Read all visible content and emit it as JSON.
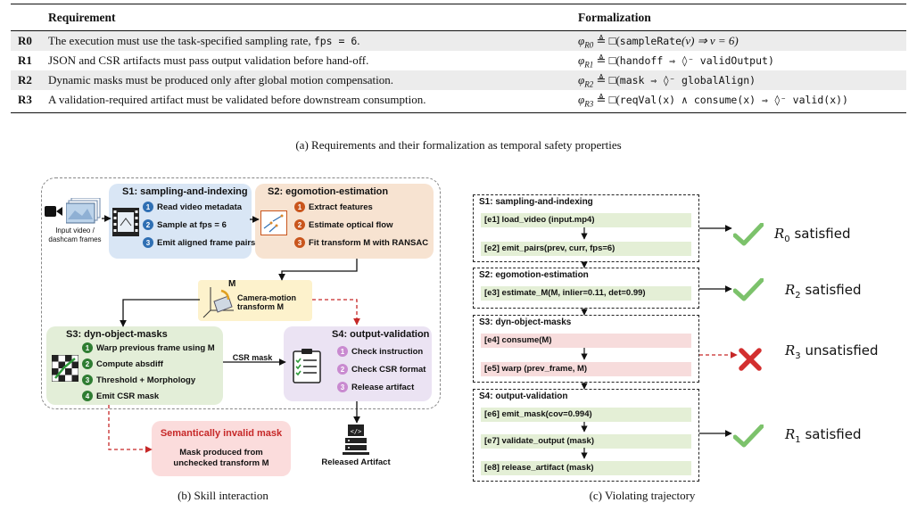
{
  "table": {
    "header_requirement": "Requirement",
    "header_formalization": "Formalization",
    "rows": [
      {
        "id": "R0",
        "text_a": "The execution must use the task-specified sampling rate,",
        "code": "fps = 6",
        "text_b": ".",
        "formula_phi": "φ",
        "formula_sub": "R0",
        "formula_def": " ≜ □(",
        "formula_code1": "sampleRate",
        "formula_rest": "(v) ⇒ v = 6)"
      },
      {
        "id": "R1",
        "text_a": "JSON and CSR artifacts must pass output validation before hand-off.",
        "code": "",
        "text_b": "",
        "formula_phi": "φ",
        "formula_sub": "R1",
        "formula_def": " ≜ □(",
        "formula_code1": "handoff",
        "formula_rest": " ⇒ ◊⁻ validOutput)"
      },
      {
        "id": "R2",
        "text_a": "Dynamic masks must be produced only after global motion compensation.",
        "code": "",
        "text_b": "",
        "formula_phi": "φ",
        "formula_sub": "R2",
        "formula_def": " ≜ □(",
        "formula_code1": "mask",
        "formula_rest": " ⇒ ◊⁻ globalAlign)"
      },
      {
        "id": "R3",
        "text_a": "A validation-required artifact must be validated before downstream consumption.",
        "code": "",
        "text_b": "",
        "formula_phi": "φ",
        "formula_sub": "R3",
        "formula_def": " ≜ □(",
        "formula_code1": "reqVal",
        "formula_rest": "(x) ∧ consume(x) ⇒ ◊⁻ valid(x))"
      }
    ],
    "caption": "(a) Requirements and their formalization as temporal safety properties"
  },
  "skill": {
    "input_label_1": "Input video /",
    "input_label_2": "dashcam frames",
    "s1": {
      "title": "S1: sampling-and-indexing",
      "steps": [
        "Read video metadata",
        "Sample at fps = 6",
        "Emit aligned frame pairs"
      ],
      "nums": [
        "1",
        "2",
        "3"
      ]
    },
    "s2": {
      "title": "S2: egomotion-estimation",
      "steps": [
        "Extract features",
        "Estimate optical flow",
        "Fit transform M with RANSAC"
      ],
      "nums": [
        "1",
        "2",
        "3"
      ]
    },
    "m_label": "M",
    "m_desc_1": "Camera-motion",
    "m_desc_2": "transform M",
    "s3": {
      "title": "S3: dyn-object-masks",
      "steps": [
        "Warp previous frame using M",
        "Compute absdiff",
        "Threshold + Morphology",
        "Emit CSR mask"
      ],
      "nums": [
        "1",
        "2",
        "3",
        "4"
      ]
    },
    "s4": {
      "title": "S4: output-validation",
      "steps": [
        "Check instruction",
        "Check CSR format",
        "Release artifact"
      ],
      "nums": [
        "1",
        "2",
        "3"
      ]
    },
    "csr_mask_label": "CSR mask",
    "invalid_title": "Semantically invalid mask",
    "invalid_desc_1": "Mask produced from",
    "invalid_desc_2": "unchecked transform M",
    "released_label": "Released Artifact",
    "caption": "(b) Skill interaction"
  },
  "trajectory": {
    "stages": [
      {
        "title": "S1: sampling-and-indexing",
        "events": [
          {
            "label": "[e1]  load_video (input.mp4)",
            "status": "green"
          },
          {
            "label": "[e2]  emit_pairs(prev, curr, fps=6)",
            "status": "green"
          }
        ]
      },
      {
        "title": "S2: egomotion-estimation",
        "events": [
          {
            "label": "[e3]  estimate_M(M, inlier=0.11, det=0.99)",
            "status": "green"
          }
        ]
      },
      {
        "title": "S3: dyn-object-masks",
        "events": [
          {
            "label": "[e4]  consume(M)",
            "status": "red"
          },
          {
            "label": "[e5]  warp (prev_frame, M)",
            "status": "red"
          }
        ]
      },
      {
        "title": "S4:  output-validation",
        "events": [
          {
            "label": "[e6]  emit_mask(cov=0.994)",
            "status": "green"
          },
          {
            "label": "[e7]  validate_output (mask)",
            "status": "green"
          },
          {
            "label": "[e8]  release_artifact (mask)",
            "status": "green"
          }
        ]
      }
    ],
    "verdicts": [
      {
        "req": "R",
        "sub": "0",
        "text": " satisfied",
        "ok": true
      },
      {
        "req": "R",
        "sub": "2",
        "text": " satisfied",
        "ok": true
      },
      {
        "req": "R",
        "sub": "3",
        "text": " unsatisfied",
        "ok": false
      },
      {
        "req": "R",
        "sub": "1",
        "text": " satisfied",
        "ok": true
      }
    ],
    "caption": "(c) Violating trajectory"
  },
  "colors": {
    "s1_bg": "#d9e6f5",
    "s2_bg": "#f7e3d1",
    "s3_bg": "#e3eed8",
    "s4_bg": "#ebe3f3",
    "m_bg": "#fdf2cc",
    "invalid_bg": "#fbdcdc",
    "invalid_text": "#c62828",
    "check_green": "#7cc26b",
    "cross_red": "#d32f2f",
    "dashed_red": "#c62828"
  }
}
